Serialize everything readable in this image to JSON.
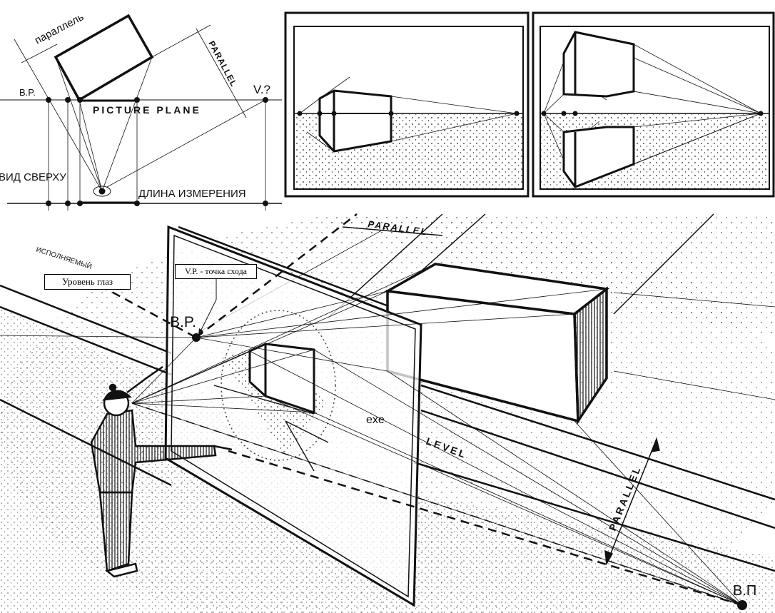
{
  "plan_view": {
    "parallel_ru": "параллель",
    "parallel_en": "PARALLEL",
    "bp_label": "B.P.",
    "vp_label": "V.?",
    "picture_plane": "PICTURE PLANE",
    "top_view": "ВИД СВЕРХУ",
    "measuring_length": "ДЛИНА ИЗМЕРЕНИЯ"
  },
  "scene": {
    "executed_label": "ИСПОЛНЯЕМЫЙ",
    "eye_level_box": "Уровень  глаз",
    "vp_box": "V.P. - точка схода",
    "bp_label": "B.P.",
    "parallel_top": "PARALLEL",
    "axis_label": "exe",
    "level_label": "LEVEL",
    "parallel_right": "PARALLEL",
    "bp_bottom": "B.П"
  }
}
